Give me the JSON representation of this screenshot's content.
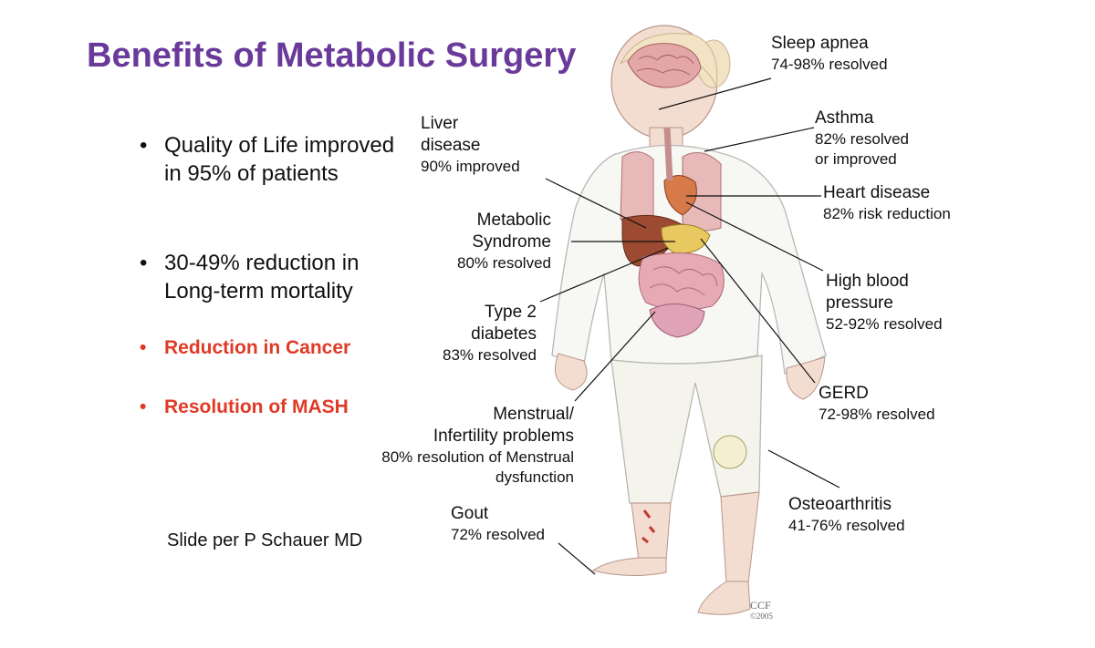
{
  "title": "Benefits of Metabolic Surgery",
  "bullets": [
    "Quality of Life improved in 95% of patients",
    "30-49% reduction in Long-term mortality",
    "Reduction in Cancer",
    "Resolution of MASH"
  ],
  "credit": "Slide per P Schauer MD",
  "labels": {
    "sleep_apnea": {
      "name": "Sleep apnea",
      "stat": "74-98% resolved"
    },
    "asthma": {
      "name": "Asthma",
      "stat1": "82% resolved",
      "stat2": "or improved"
    },
    "heart": {
      "name": "Heart disease",
      "stat": "82% risk reduction"
    },
    "hbp": {
      "name1": "High blood",
      "name2": "pressure",
      "stat": "52-92% resolved"
    },
    "gerd": {
      "name": "GERD",
      "stat": "72-98% resolved"
    },
    "oa": {
      "name": "Osteoarthritis",
      "stat": "41-76% resolved"
    },
    "liver": {
      "name1": "Liver",
      "name2": "disease",
      "stat": "90% improved"
    },
    "metabolic": {
      "name1": "Metabolic",
      "name2": "Syndrome",
      "stat": "80% resolved"
    },
    "t2d": {
      "name1": "Type 2",
      "name2": "diabetes",
      "stat": "83% resolved"
    },
    "menstrual": {
      "name1": "Menstrual/",
      "name2": "Infertility problems",
      "stat1": "80% resolution of Menstrual",
      "stat2": "dysfunction"
    },
    "gout": {
      "name": "Gout",
      "stat": "72% resolved"
    }
  },
  "watermark": {
    "brand": "CCF",
    "year": "©2005"
  }
}
